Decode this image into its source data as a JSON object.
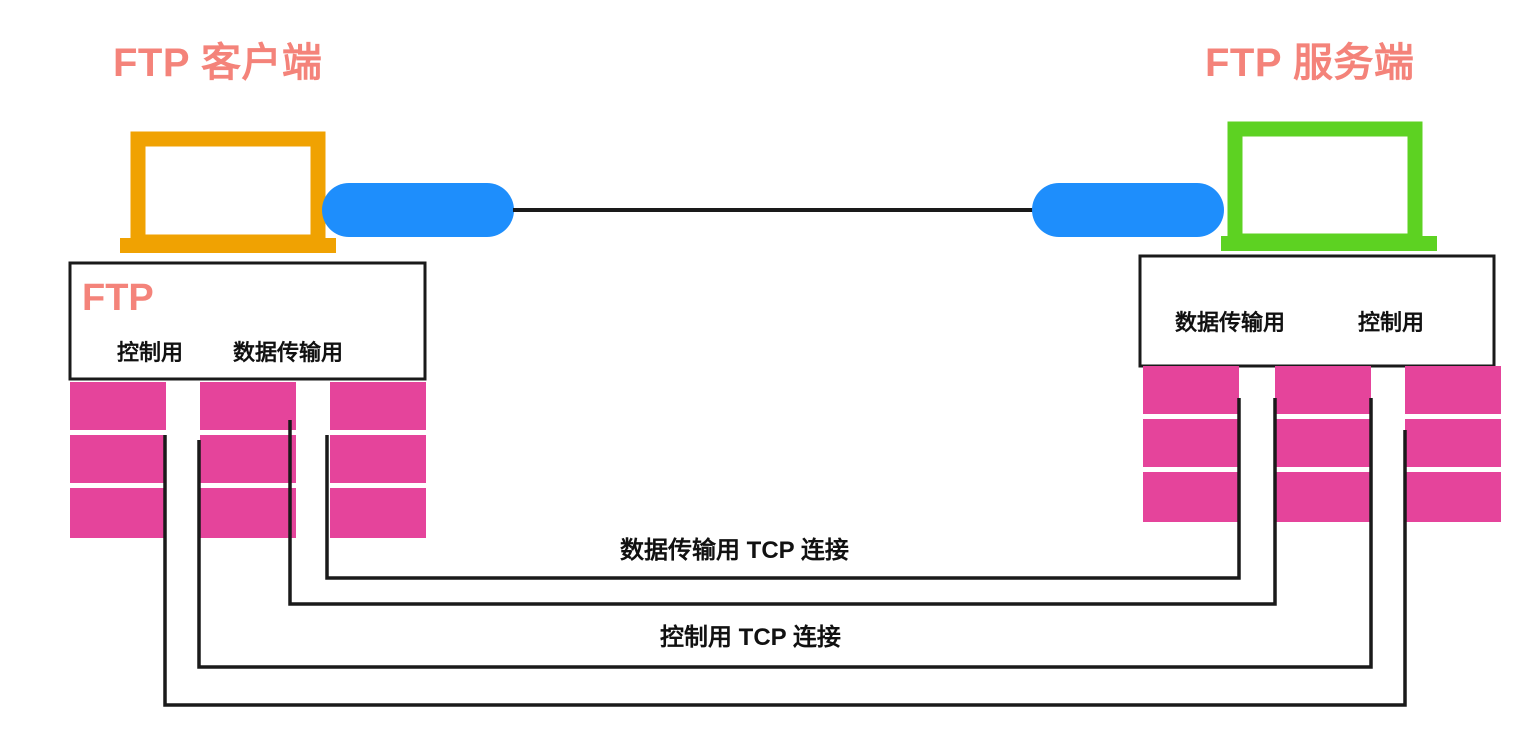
{
  "diagram": {
    "title_left": "FTP 客户端",
    "title_right": "FTP 服务端",
    "accent_color": "#F4837A",
    "laptop_left_color": "#F0A202",
    "laptop_right_color": "#5DD222",
    "router_color": "#1E8EFC",
    "port_color": "#E5449B",
    "line_color": "#1A1A1A",
    "box_border_color": "#1A1A1A"
  },
  "left_panel": {
    "tag": "FTP",
    "labels": [
      {
        "text": "控制用"
      },
      {
        "text": "数据传输用"
      }
    ],
    "port_columns": [
      {
        "name": "control-port-stack",
        "segments": 3
      },
      {
        "name": "data-port-stack",
        "segments": 3
      },
      {
        "name": "extra-port-stack",
        "segments": 3
      }
    ]
  },
  "right_panel": {
    "labels": [
      {
        "text": "数据传输用"
      },
      {
        "text": "控制用"
      }
    ],
    "port_columns": [
      {
        "name": "data-port-stack",
        "segments": 3
      },
      {
        "name": "control-port-stack",
        "segments": 3
      },
      {
        "name": "extra-port-stack",
        "segments": 3
      }
    ]
  },
  "connections": [
    {
      "id": "data-tcp",
      "label": "数据传输用 TCP 连接"
    },
    {
      "id": "control-tcp",
      "label": "控制用 TCP 连接"
    }
  ],
  "nodes": {
    "client_laptop": "client-laptop",
    "client_router": "client-router",
    "server_router": "server-router",
    "server_laptop": "server-laptop",
    "backbone_link": "network-backbone-link"
  }
}
